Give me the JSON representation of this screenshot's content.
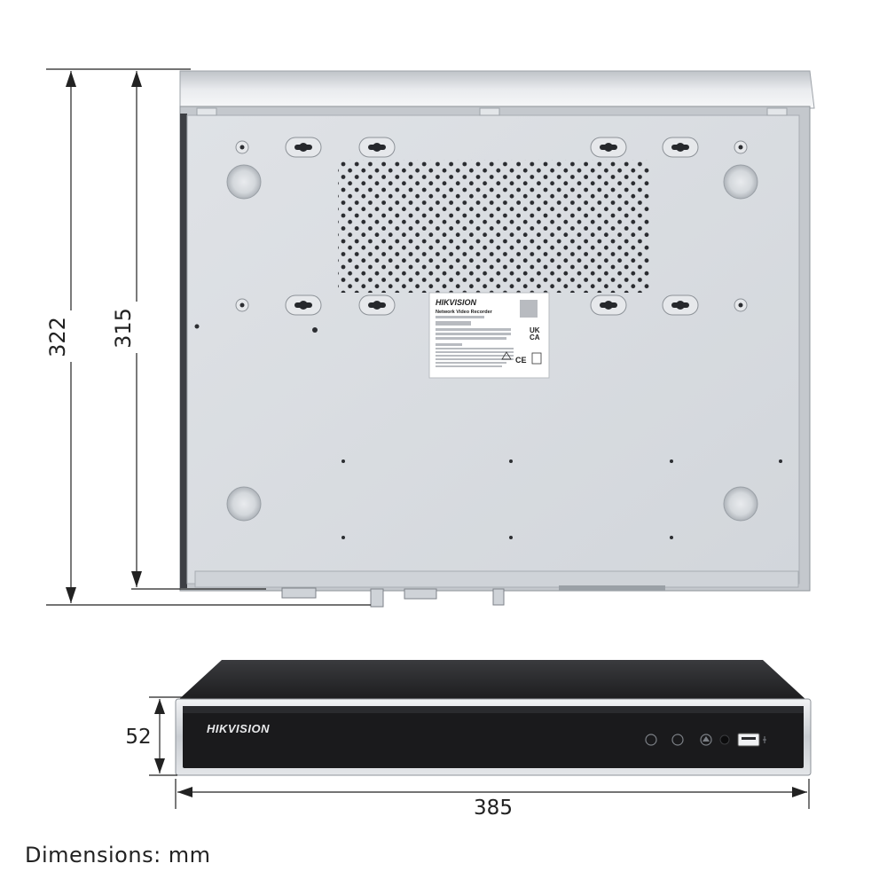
{
  "dimensions": {
    "depth_outer": "322",
    "depth_inner": "315",
    "height": "52",
    "width": "385"
  },
  "brand": "HIKVISION",
  "label": {
    "brand": "HIKVISION",
    "product": "Network Video Recorder",
    "marks": [
      "UK",
      "CA",
      "CE"
    ]
  },
  "caption": "Dimensions: mm",
  "colors": {
    "chassis": "#d9dde2",
    "front_black": "#1b1b1d",
    "front_silver": "#cfd3d7",
    "line": "#222222"
  }
}
